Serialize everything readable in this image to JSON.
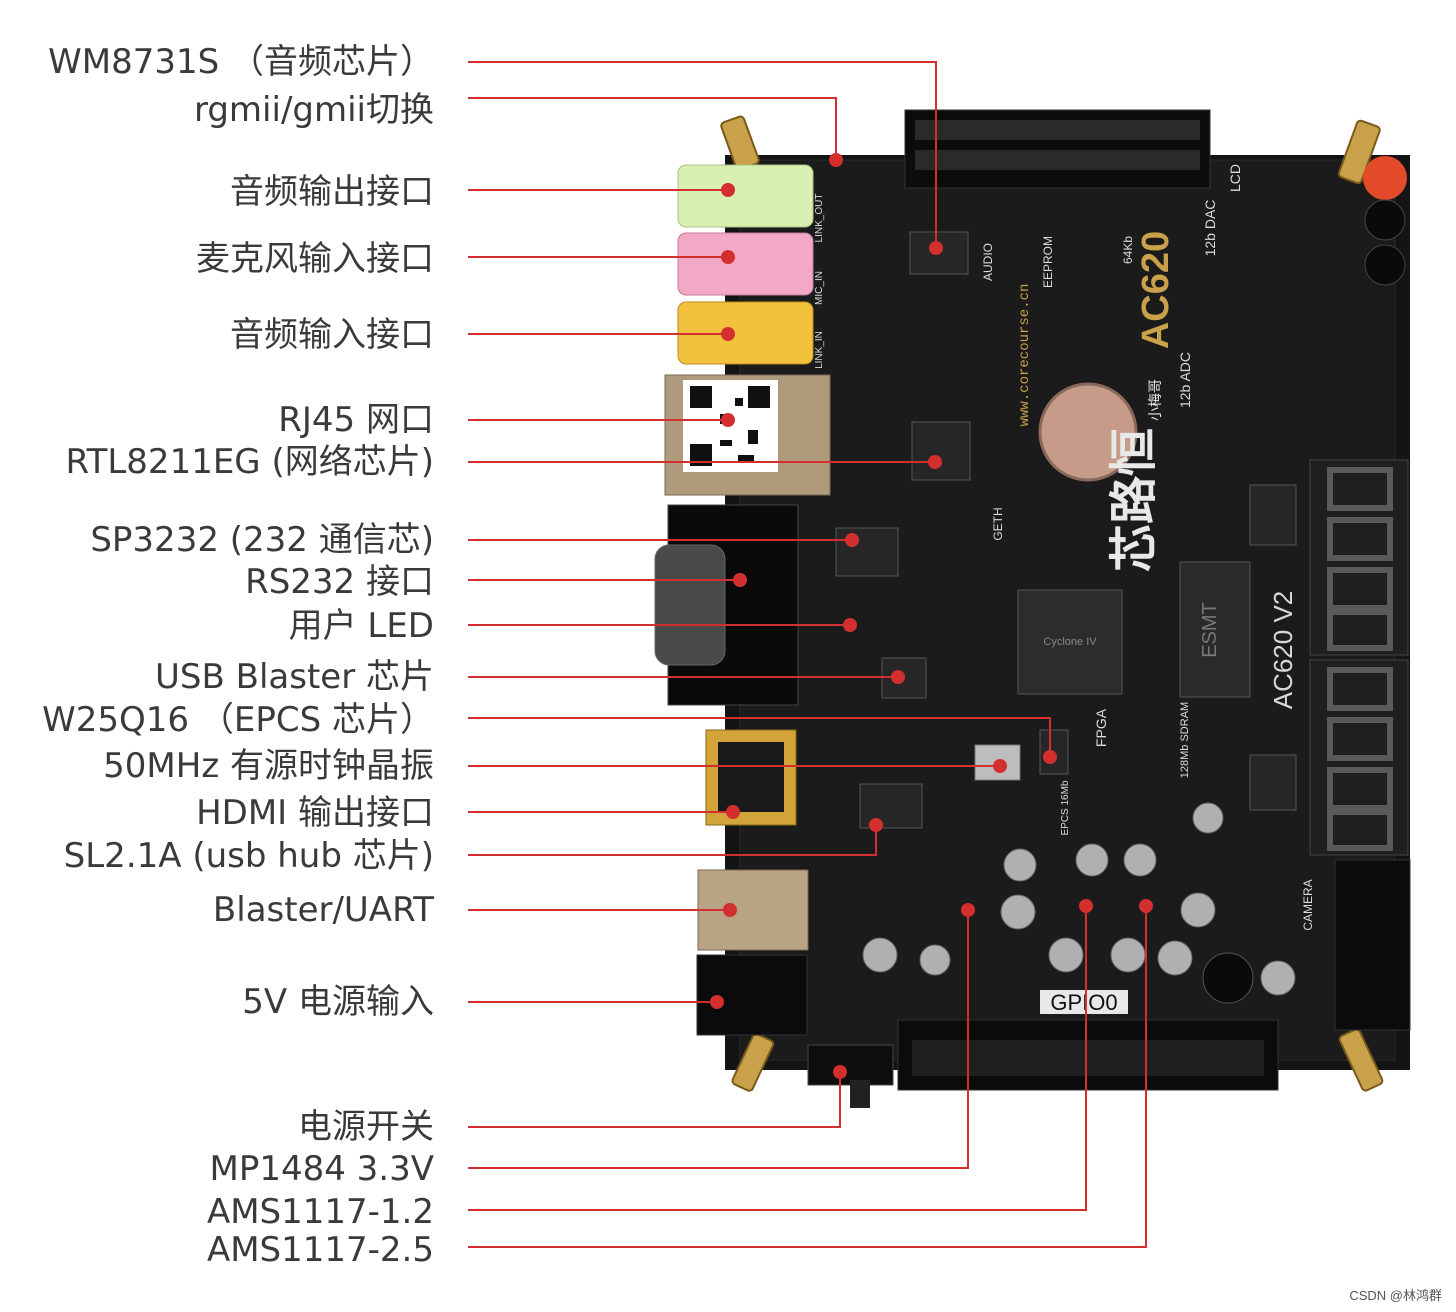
{
  "colors": {
    "leader": "#d32f2f",
    "board": "#151515",
    "label_text": "#3a3a3a"
  },
  "labels": [
    "WM8731S （音频芯片）",
    "rgmii/gmii切换",
    "音频输出接口",
    "麦克风输入接口",
    "音频输入接口",
    "RJ45 网口",
    "RTL8211EG (网络芯片)",
    "SP3232 (232 通信芯)",
    "RS232 接口",
    "用户 LED",
    "USB Blaster 芯片",
    "W25Q16 （EPCS 芯片）",
    "50MHz 有源时钟晶振",
    "HDMI 输出接口",
    "SL2.1A (usb hub 芯片)",
    "Blaster/UART",
    "5V 电源输入",
    "电源开关",
    "MP1484 3.3V",
    "AMS1117-1.2",
    "AMS1117-2.5"
  ],
  "board": {
    "model": "AC620",
    "model_rev": "AC620 V2",
    "brand": "芯路恒",
    "brand_small": "小梅哥",
    "website": "www.corecourse.cn",
    "sdram_chip": "ESMT",
    "fpga_chip": "Cyclone IV",
    "silk": {
      "lcd": "LCD",
      "dac": "12b DAC",
      "adc": "12b ADC",
      "audio": "AUDIO",
      "eeprom": "EEPROM",
      "eeprom_size": "64Kb",
      "geth": "GETH",
      "fpga": "FPGA",
      "sdram": "128Mb SDRAM",
      "gpio": "GPIO0",
      "camera": "CAMERA",
      "link_out": "LINK_OUT",
      "mic_in": "MIC_IN",
      "link_in": "LINK_IN",
      "epcs": "EPCS 16Mb"
    }
  },
  "watermark": "CSDN @林鸿群"
}
